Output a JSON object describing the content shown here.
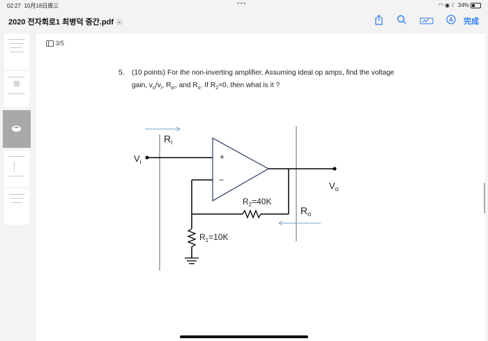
{
  "status": {
    "time": "02:27",
    "date": "10月18日周三",
    "battery": "34%"
  },
  "doc": {
    "title": "2020 전자회로1 최병덕 중간.pdf",
    "page_indicator": "3/5",
    "done_label": "完成"
  },
  "question": {
    "number": "5.",
    "line1": "(10 points) For the non-inverting amplifier, Assuming ideal op amps, find the voltage",
    "gain_prefix": "gain, v",
    "sub_o": "o",
    "slash_v": "/v",
    "sub_i": "i",
    "comma_r": ", R",
    "sub_in": "in",
    "and_r": ", and R",
    "sub_o2": "o",
    "period_if": ".   If R",
    "sub_2": "2",
    "rest": "=0, then what is it ?"
  },
  "circuit": {
    "ri_label": "R",
    "ri_sub": "i",
    "vi_label": "V",
    "vi_sub": "i",
    "plus": "+",
    "minus": "−",
    "vo_label": "V",
    "vo_sub": "o",
    "r2_label": "R",
    "r2_sub": "2",
    "r2_value": "=40K",
    "ro_label": "R",
    "ro_sub": "o",
    "r1_label": "R",
    "r1_sub": "1",
    "r1_value": "=10K"
  }
}
